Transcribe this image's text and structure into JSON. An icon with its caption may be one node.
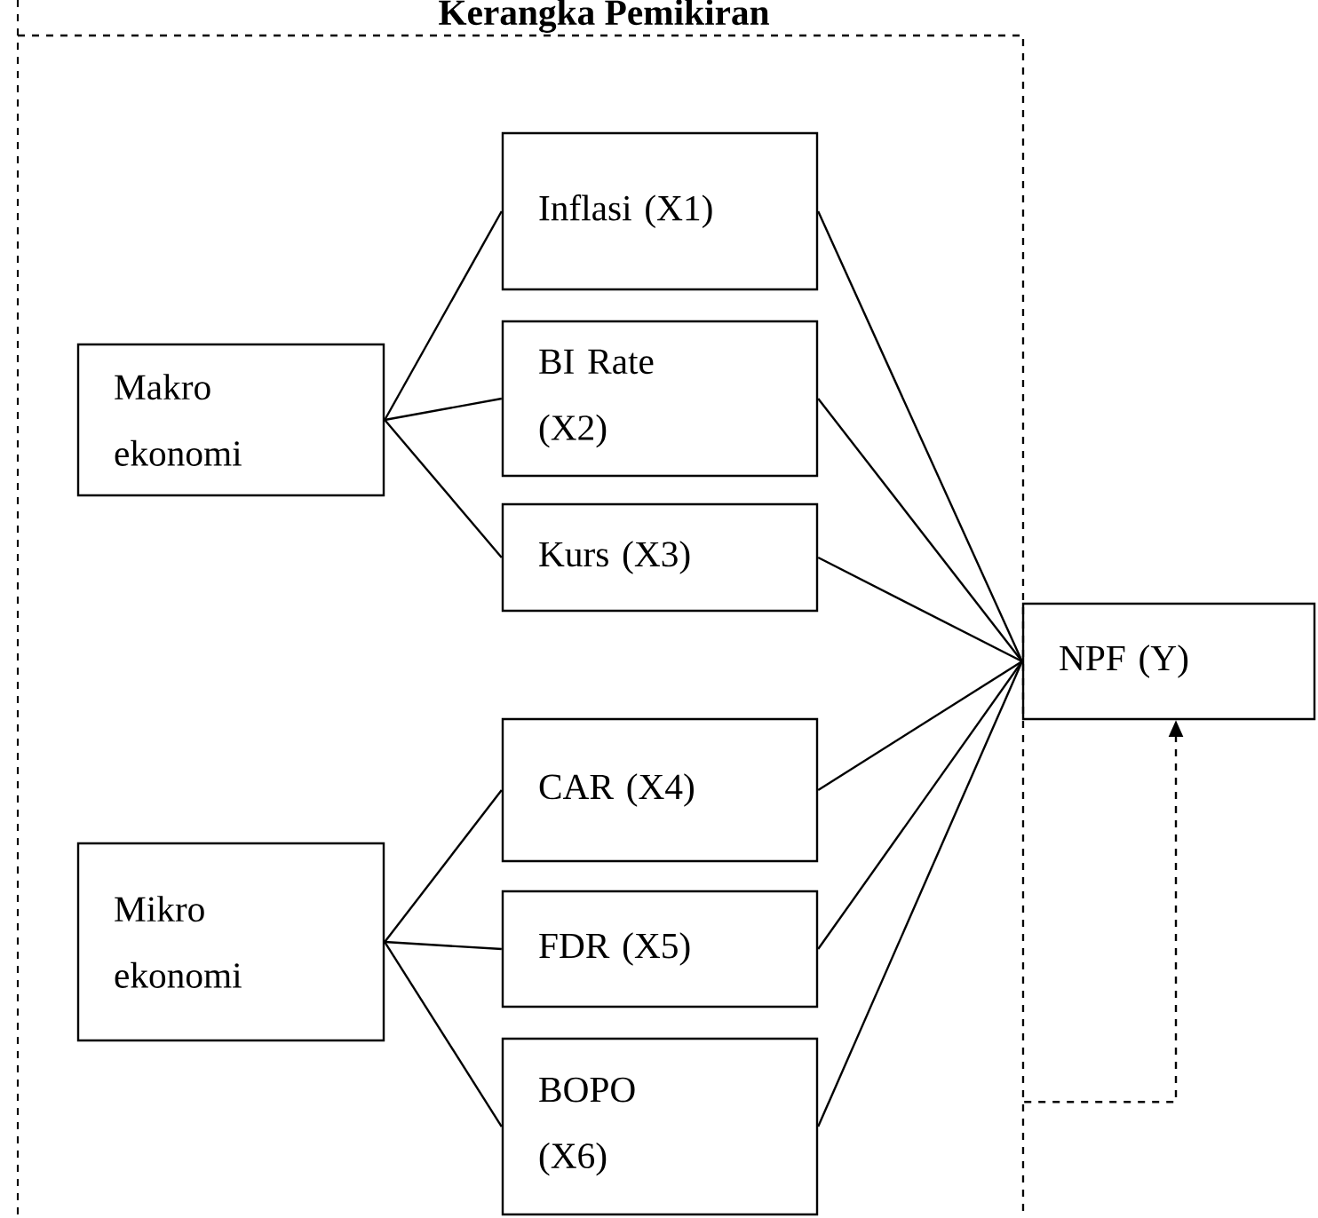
{
  "diagram": {
    "title": "Kerangka Pemikiran",
    "nodes": [
      {
        "text": [],
        "shape": "box"
      },
      {
        "text": [
          "Makro ekonomi"
        ],
        "in": 0
      },
      {
        "text": [
          "Inflasi (X1)"
        ],
        "in": 0
      },
      {
        "text": [
          "BI Rate (X2)"
        ],
        "in": 0
      },
      {
        "text": [
          "Kurs (X3)"
        ],
        "in": 0
      },
      {
        "text": [
          "NPF (Y)"
        ]
      },
      {
        "text": [
          "CAR (X4)"
        ],
        "in": 0
      },
      {
        "text": [
          "Mikro ekonomi"
        ],
        "in": 0
      },
      {
        "text": [
          "FDR (X5)"
        ],
        "in": 0
      },
      {
        "text": [
          "BOPO (X6)"
        ],
        "in": 0
      }
    ],
    "edges": [
      {
        "from": 1,
        "to": 2,
        "arrow": "none"
      },
      {
        "from": 1,
        "to": 3,
        "arrow": "none"
      },
      {
        "from": 1,
        "to": 4,
        "arrow": "none"
      },
      {
        "from": 2,
        "to": 5,
        "arrow": "none"
      },
      {
        "from": 3,
        "to": 5,
        "arrow": "none"
      },
      {
        "from": 4,
        "to": 5,
        "arrow": "none"
      },
      {
        "from": 6,
        "to": 5,
        "arrow": "none"
      },
      {
        "from": 8,
        "to": 5,
        "arrow": "none"
      },
      {
        "from": 9,
        "to": 5,
        "arrow": "none"
      },
      {
        "from": 7,
        "to": 6,
        "arrow": "none"
      },
      {
        "from": 7,
        "to": 8,
        "arrow": "none"
      },
      {
        "from": 7,
        "to": 9,
        "arrow": "none"
      },
      {
        "from": 0,
        "to": 5,
        "arrow": "to",
        "style": "dashed"
      }
    ]
  }
}
